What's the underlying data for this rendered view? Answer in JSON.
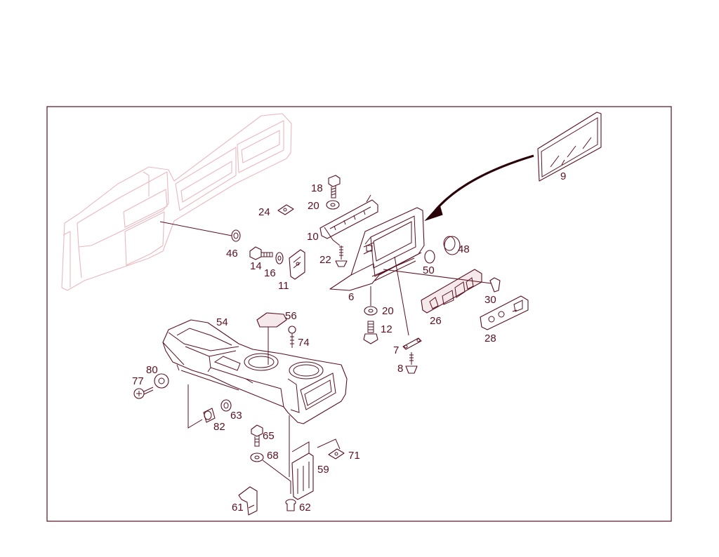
{
  "diagram": {
    "callouts": {
      "c6": "6",
      "c7": "7",
      "c8": "8",
      "c9": "9",
      "c10": "10",
      "c11": "11",
      "c12": "12",
      "c14": "14",
      "c16": "16",
      "c18": "18",
      "c20a": "20",
      "c20b": "20",
      "c22": "22",
      "c24": "24",
      "c26": "26",
      "c28": "28",
      "c30": "30",
      "c46": "46",
      "c48": "48",
      "c50": "50",
      "c54": "54",
      "c56": "56",
      "c59": "59",
      "c61": "61",
      "c62": "62",
      "c63": "63",
      "c65": "65",
      "c68": "68",
      "c71": "71",
      "c74": "74",
      "c77": "77",
      "c80": "80",
      "c82": "82"
    },
    "colors": {
      "line": "#5a1020",
      "ghost_outline": "#eab8bf",
      "arrow": "#2a0008",
      "background": "#ffffff"
    }
  }
}
